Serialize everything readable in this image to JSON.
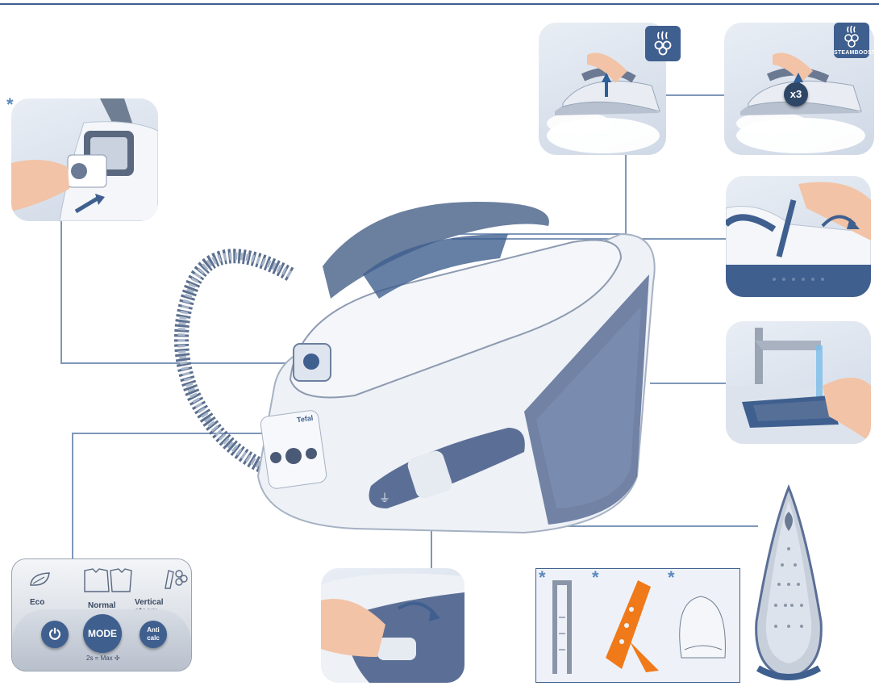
{
  "colors": {
    "accent": "#3f5f8f",
    "line": "#7f97b8",
    "asterisk": "#5c89bd",
    "steam": "#ffffff",
    "orange_accessory": "#f07a1a",
    "top_rule": "#3f5f8f"
  },
  "icons": {
    "steam_badge": "steam-cloud-icon",
    "steamboost_badge": "steam-boost-cloud-icon",
    "eco": "leaf-icon",
    "normal": "shirt-icon",
    "vertical_steam": "vertical-steam-icon",
    "power": "power-icon",
    "plug": "plug-icon",
    "max": "steam-max-icon"
  },
  "labels": {
    "optional_marker": "*",
    "steamboost_badge": "STEAMBOOST",
    "press_count": "x3",
    "brand": "Tefal",
    "control_panel": {
      "eco": "Eco",
      "normal": "Normal",
      "vertical_steam": "Vertical steam",
      "power": "",
      "mode": "MODE",
      "anti_calc_line1": "Anti",
      "anti_calc_line2": "calc",
      "max_hint": "2s = Max"
    }
  }
}
